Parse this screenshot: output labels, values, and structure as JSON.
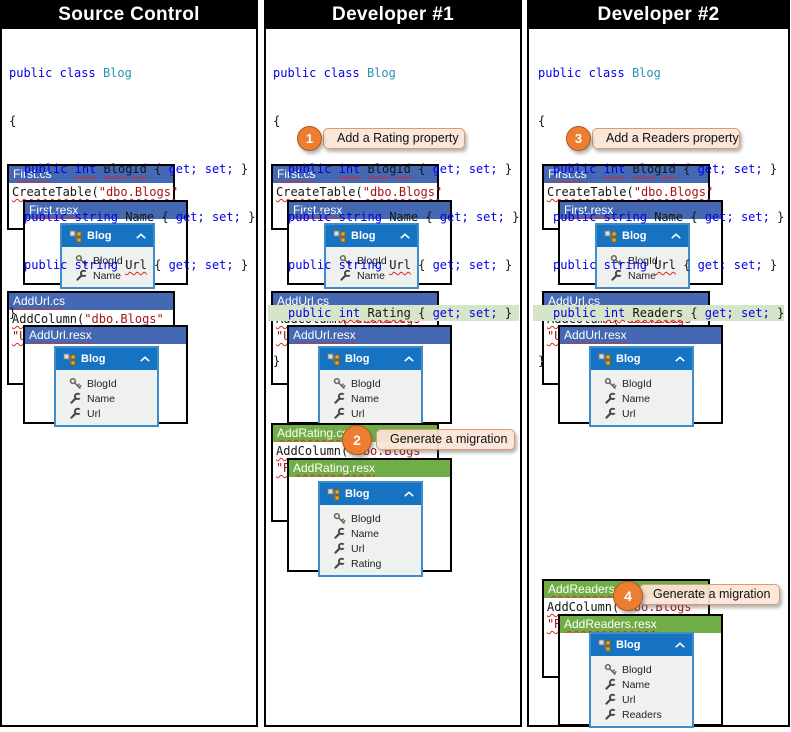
{
  "palette": {
    "header_bg": "#000000",
    "keyword_blue": "#0000E6",
    "class_teal": "#2B91AF",
    "string_red": "#A31515",
    "squiggle_red": "#E5261F",
    "bar_blue": "#4468B1",
    "bar_green": "#70AD47",
    "highlight_green": "#D6E5C8",
    "entity_header_blue": "#1673C2",
    "callout_circle_orange": "#ED7D31",
    "callout_fill_peach": "#FBE5D6"
  },
  "tok": {
    "public": "public",
    "class": "class",
    "ob": "{",
    "cb": "}",
    "get": "get;",
    "set": "set;",
    "paren": "("
  },
  "columns": [
    {
      "title": "Source Control",
      "code": {
        "class_name": "Blog",
        "props": [
          {
            "type": "int",
            "name": "BlogId"
          },
          {
            "type": "string",
            "name": "Name"
          },
          {
            "type": "string",
            "name": "Url"
          }
        ]
      },
      "groups": [
        {
          "cs": "First.cs",
          "fn": "CreateTable",
          "str": "\"dbo.Blogs\"",
          "resx": "First.resx",
          "entity": {
            "title": "Blog",
            "rows": [
              "BlogId",
              "Name"
            ]
          }
        },
        {
          "cs": "AddUrl.cs",
          "fn": "AddColumn",
          "str": "\"dbo.Blogs\"",
          "line2": "\"U",
          "resx": "AddUrl.resx",
          "entity": {
            "title": "Blog",
            "rows": [
              "BlogId",
              "Name",
              "Url"
            ]
          }
        }
      ],
      "callouts": []
    },
    {
      "title": "Developer #1",
      "code": {
        "class_name": "Blog",
        "props": [
          {
            "type": "int",
            "name": "BlogId"
          },
          {
            "type": "string",
            "name": "Name"
          },
          {
            "type": "string",
            "name": "Url"
          },
          {
            "type": "int",
            "name": "Rating"
          }
        ]
      },
      "groups": [
        {
          "cs": "First.cs",
          "fn": "CreateTable",
          "str": "\"dbo.Blogs\"",
          "resx": "First.resx",
          "entity": {
            "title": "Blog",
            "rows": [
              "BlogId",
              "Name"
            ]
          }
        },
        {
          "cs": "AddUrl.cs",
          "fn": "AddColumn",
          "str": "\"dbo.Blogs\"",
          "line2": "\"U",
          "resx": "AddUrl.resx",
          "entity": {
            "title": "Blog",
            "rows": [
              "BlogId",
              "Name",
              "Url"
            ]
          }
        },
        {
          "cs": "AddRating.cs",
          "fn": "AddColumn",
          "str": "\"dbo.Blogs\"",
          "line2": "\"R",
          "resx": "AddRating.resx",
          "entity": {
            "title": "Blog",
            "rows": [
              "BlogId",
              "Name",
              "Url",
              "Rating"
            ]
          }
        }
      ],
      "callouts": [
        {
          "num": "1",
          "text": "Add a Rating property"
        },
        {
          "num": "2",
          "text": "Generate a migration"
        }
      ]
    },
    {
      "title": "Developer #2",
      "code": {
        "class_name": "Blog",
        "props": [
          {
            "type": "int",
            "name": "BlogId"
          },
          {
            "type": "string",
            "name": "Name"
          },
          {
            "type": "string",
            "name": "Url"
          },
          {
            "type": "int",
            "name": "Readers"
          }
        ]
      },
      "groups": [
        {
          "cs": "First.cs",
          "fn": "CreateTable",
          "str": "\"dbo.Blogs\"",
          "resx": "First.resx",
          "entity": {
            "title": "Blog",
            "rows": [
              "BlogId",
              "Name"
            ]
          }
        },
        {
          "cs": "AddUrl.cs",
          "fn": "AddColumn",
          "str": "\"dbo.Blogs\"",
          "line2": "\"U",
          "resx": "AddUrl.resx",
          "entity": {
            "title": "Blog",
            "rows": [
              "BlogId",
              "Name",
              "Url"
            ]
          }
        },
        {
          "cs": "AddReaders.cs",
          "fn": "AddColumn",
          "str": "\"dbo.Blogs\"",
          "line2": "\"R",
          "resx": "AddReaders.resx",
          "entity": {
            "title": "Blog",
            "rows": [
              "BlogId",
              "Name",
              "Url",
              "Readers"
            ]
          }
        }
      ],
      "callouts": [
        {
          "num": "3",
          "text": "Add a Readers property"
        },
        {
          "num": "4",
          "text": "Generate a migration"
        }
      ]
    }
  ]
}
